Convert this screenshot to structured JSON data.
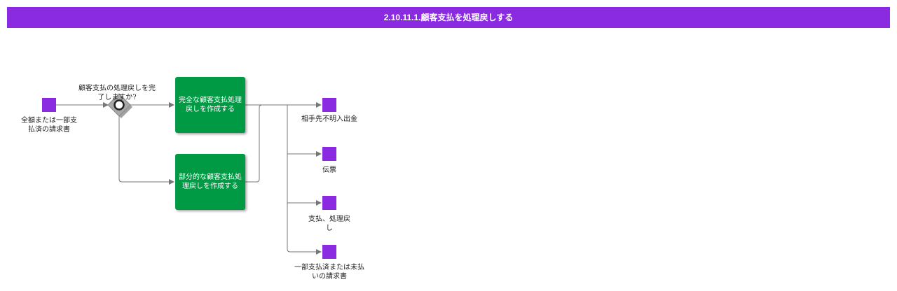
{
  "title": "2.10.11.1.顧客支払を処理戻しする",
  "colors": {
    "title_bar": "#8a2be2",
    "data_object": "#8a2be2",
    "task": "#009944",
    "connector": "#777777"
  },
  "nodes": {
    "start_object": {
      "label": "全額または一部支払済の請求書",
      "icon": "purple-square"
    },
    "gateway": {
      "label": "顧客支払の処理戻しを完了しますか?",
      "icon": "exclusive-gateway-diamond"
    },
    "task_full": {
      "label": "完全な顧客支払処理戻しを作成する"
    },
    "task_partial": {
      "label": "部分的な顧客支払処理戻しを作成する"
    },
    "out_1": {
      "label": "相手先不明入出金",
      "icon": "purple-square"
    },
    "out_2": {
      "label": "伝票",
      "icon": "purple-square"
    },
    "out_3": {
      "label": "支払、処理戻し",
      "icon": "purple-square"
    },
    "out_4": {
      "label": "一部支払済または未払いの請求書",
      "icon": "purple-square"
    }
  }
}
